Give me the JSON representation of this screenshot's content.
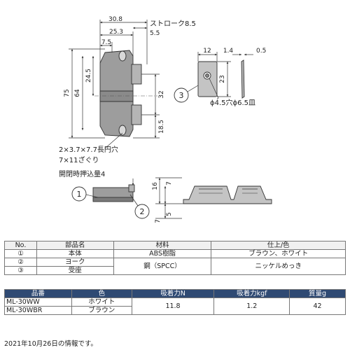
{
  "drawing": {
    "dims": {
      "d30_8": "30.8",
      "d25_3": "25.3",
      "d7_5": "7.5",
      "stroke": "ストローク8.5",
      "d5_5": "5.5",
      "d75": "75",
      "d64": "64",
      "d24_5": "24.5",
      "d32": "32",
      "d18_5": "18.5",
      "d12": "12",
      "d1_4": "1.4",
      "d0_5": "0.5",
      "d23": "23",
      "d16": "16",
      "d7_top": "7",
      "d7_bottom": "7",
      "d5": "5"
    },
    "notes": {
      "slot": "2×3.7×7.7長円穴",
      "counterbore": "7×11ざぐり",
      "hole": "ϕ4.5穴ϕ6.5皿",
      "push": "開閉時押込量4"
    },
    "callouts": {
      "c1": "1",
      "c2": "2",
      "c3": "3"
    }
  },
  "parts_table": {
    "headers": [
      "No.",
      "部品名",
      "材料",
      "仕上/色"
    ],
    "rows": [
      {
        "no": "①",
        "name": "本体",
        "material": "ABS樹脂",
        "finish": "ブラウン、ホワイト"
      },
      {
        "no": "②",
        "name": "ヨーク",
        "material": "鋼（SPCC）",
        "finish": "ニッケルめっき"
      },
      {
        "no": "③",
        "name": "受座",
        "material": "",
        "finish": ""
      }
    ]
  },
  "spec_table": {
    "headers": [
      "品番",
      "色",
      "吸着力N",
      "吸着力kgf",
      "質量g"
    ],
    "rows": [
      {
        "code": "ML-30WW",
        "color": "ホワイト"
      },
      {
        "code": "ML-30WBR",
        "color": "ブラウン"
      }
    ],
    "force_n": "11.8",
    "force_kgf": "1.2",
    "mass_g": "42"
  },
  "footnote": "2021年10月26日の情報です。"
}
